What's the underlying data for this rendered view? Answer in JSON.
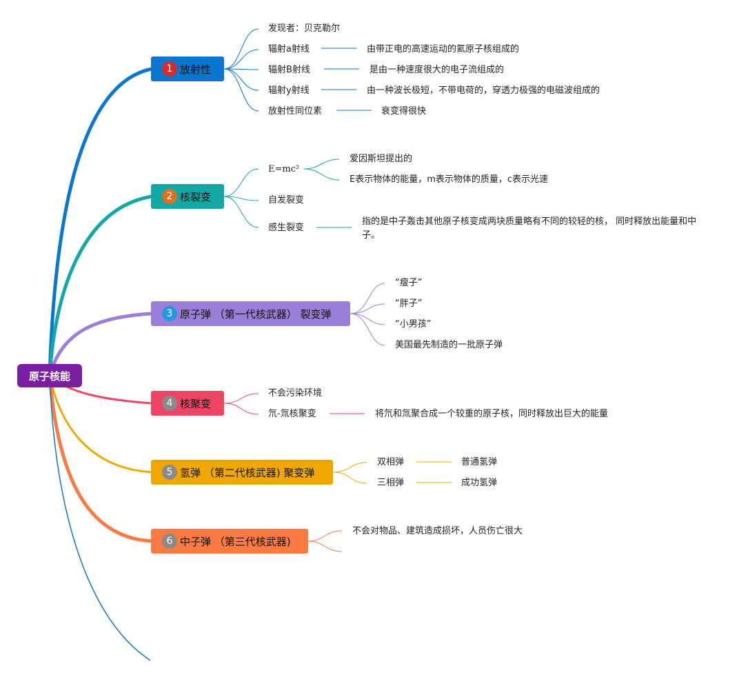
{
  "root": {
    "label": "原子核能",
    "color": "#7b1fa2"
  },
  "topics": [
    {
      "number": "1",
      "label": "放射性",
      "color": "#0a76d0",
      "badge_color": "#d92b2b",
      "children": [
        {
          "label": "发现者：贝克勒尔"
        },
        {
          "label": "辐射a射线",
          "detail": "由带正电的高速运动的氦原子核组成的"
        },
        {
          "label": "辐射B射线",
          "detail": "是由一种速度很大的电子流组成的"
        },
        {
          "label": "辐射y射线",
          "detail": "由一种波长极短，不带电荷的，穿透力极强的电磁波组成的"
        },
        {
          "label": "放射性同位素",
          "detail": "衰变得很快"
        }
      ]
    },
    {
      "number": "2",
      "label": "核裂变",
      "color": "#12a8a6",
      "badge_color": "#e07020",
      "children": [
        {
          "label": "E=mc²",
          "subitems": [
            "爱因斯坦提出的",
            "E表示物体的能量，m表示物体的质量，c表示光速"
          ]
        },
        {
          "label": "自发裂变"
        },
        {
          "label": "感生裂变",
          "detail": "指的是中子轰击其他原子核变成两块质量略有不同的较轻的核， 同时释放出能量和中子。"
        }
      ]
    },
    {
      "number": "3",
      "label": "原子弹 （第一代核武器） 裂变弹",
      "color": "#9a7fd8",
      "badge_color": "#2596e0",
      "children": [
        {
          "label": "“瘦子”"
        },
        {
          "label": "“胖子”"
        },
        {
          "label": "“小男孩”"
        },
        {
          "label": "美国最先制造的一批原子弹"
        }
      ]
    },
    {
      "number": "4",
      "label": "核聚变",
      "color": "#ee4466",
      "badge_color": "#8a8a8a",
      "children": [
        {
          "label": "不会污染环境"
        },
        {
          "label": "氘-氚核聚变",
          "detail": "将氘和氚聚合成一个较重的原子核，同时释放出巨大的能量"
        }
      ]
    },
    {
      "number": "5",
      "label": "氢弹 （第二代核武器) 聚变弹",
      "color": "#f0a800",
      "badge_color": "#8a8a8a",
      "children": [
        {
          "label": "双相弹",
          "detail": "普通氢弹"
        },
        {
          "label": "三相弹",
          "detail": "成功氢弹"
        }
      ]
    },
    {
      "number": "6",
      "label": "中子弹 （第三代核武器)",
      "color": "#f97a42",
      "badge_color": "#8a8a8a",
      "children": [
        {
          "label": "不会对物品、建筑造成损坏，人员伤亡很大"
        }
      ]
    }
  ]
}
